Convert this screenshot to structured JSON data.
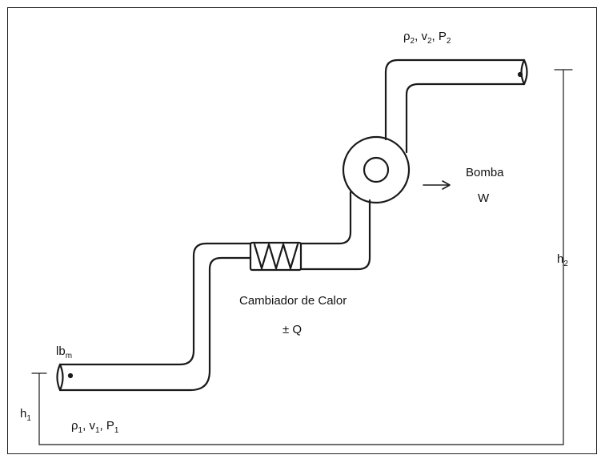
{
  "labels": {
    "state2": {
      "rho": "ρ",
      "v": "v",
      "p": "P",
      "sub": "2"
    },
    "state1": {
      "rho": "ρ",
      "v": "v",
      "p": "P",
      "sub": "1"
    },
    "pump": "Bomba",
    "work": "W",
    "exchanger": "Cambiador de Calor",
    "heat": "± Q",
    "mass": {
      "base": "lb",
      "sub": "m"
    },
    "h1": {
      "base": "h",
      "sub": "1"
    },
    "h2": {
      "base": "h",
      "sub": "2"
    }
  },
  "colors": {
    "stroke": "#1a1a1a",
    "background": "#ffffff"
  }
}
